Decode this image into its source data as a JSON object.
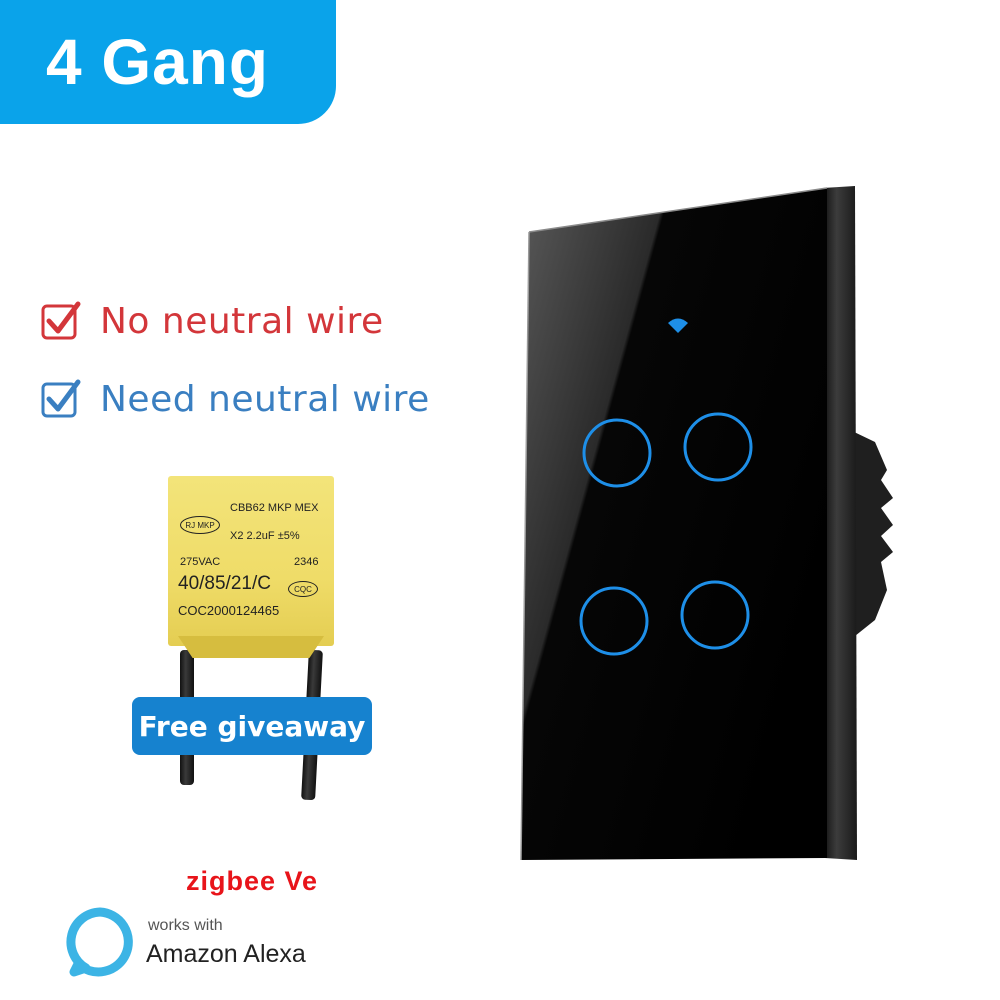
{
  "title_badge": {
    "label": "4 Gang",
    "color": "#0aa3ea"
  },
  "wire_options": [
    {
      "label": "No neutral wire",
      "checked": true,
      "color": "#d3363a"
    },
    {
      "label": "Need neutral wire",
      "checked": true,
      "color": "#3a7fc1"
    }
  ],
  "capacitor": {
    "line1": "CBB62 MKP  MEX",
    "logo": "RJ MKP",
    "line2": "X2  2.2uF  ±5%",
    "voltage": "275VAC",
    "code": "2346",
    "rating": "40/85/21/C",
    "cert_mark": "CQC",
    "serial": "COC2000124465"
  },
  "giveaway_badge": {
    "label": "Free giveaway",
    "color": "#1682cf"
  },
  "version_label": {
    "text": "zigbee Ve",
    "color": "#e8141a"
  },
  "alexa_badge": {
    "small": "works with",
    "large": "Amazon Alexa",
    "ring_color": "#3cb4e5"
  },
  "product": {
    "name": "4-gang touch switch",
    "button_count": 4,
    "indicator_color": "#1e8fe8",
    "panel_color": "#050505"
  }
}
